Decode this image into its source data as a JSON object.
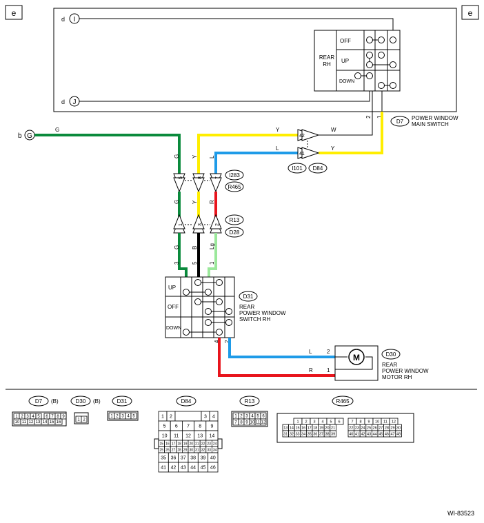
{
  "refs": {
    "e_left": "e",
    "e_right": "e",
    "d1": "d",
    "d2": "d",
    "b": "b"
  },
  "terminals": {
    "I": "I",
    "J": "J",
    "G": "G"
  },
  "main_switch": {
    "label_line1": "REAR",
    "label_line2": "RH",
    "positions": [
      "OFF",
      "UP",
      "DOWN"
    ],
    "pins": [
      "2",
      "1"
    ],
    "connector": "D7",
    "name_line1": "POWER WINDOW",
    "name_line2": "MAIN SWITCH"
  },
  "wires": {
    "G": "G",
    "Y": "Y",
    "W": "W",
    "L": "L",
    "R": "R",
    "B": "B",
    "Lg": "Lg"
  },
  "connectors_mid": {
    "c42": "42",
    "c41": "41",
    "I101": "I101",
    "D84": "D84",
    "I283": "I283",
    "R465": "R465",
    "R13": "R13",
    "D28": "D28",
    "pins_top": [
      "5",
      "8",
      "7"
    ],
    "pins_bottom": [
      "1",
      "3",
      "2"
    ]
  },
  "rear_switch": {
    "connector": "D31",
    "positions": [
      "UP",
      "OFF",
      "DOWN"
    ],
    "pins_top": [
      "3",
      "5",
      "1"
    ],
    "pins_bottom": [
      "4",
      "2"
    ],
    "name_line1": "REAR",
    "name_line2": "POWER WINDOW",
    "name_line3": "SWITCH RH"
  },
  "motor": {
    "connector": "D30",
    "symbol": "M",
    "pins": [
      "2",
      "1"
    ],
    "name_line1": "REAR",
    "name_line2": "POWER WINDOW",
    "name_line3": "MOTOR RH"
  },
  "legend": {
    "d7": "D7",
    "d7_color": "(B)",
    "d30": "D30",
    "d30_color": "(B)",
    "d31": "D31",
    "d84": "D84",
    "r13": "R13",
    "r465": "R465",
    "d7_row1": [
      "1",
      "2",
      "3",
      "4",
      "5",
      "6",
      "7",
      "8",
      "9"
    ],
    "d7_row2": [
      "10",
      "11",
      "12",
      "13",
      "14",
      "15",
      "16"
    ],
    "d30_pins": [
      "1",
      "2"
    ],
    "d31_pins": [
      "1",
      "2",
      "3",
      "4",
      "5"
    ],
    "d84_rows": [
      [
        "1",
        "2",
        "3",
        "4"
      ],
      [
        "5",
        "6",
        "7",
        "8",
        "9"
      ],
      [
        "10",
        "11",
        "12",
        "13",
        "14"
      ],
      [
        "15",
        "16",
        "17",
        "18",
        "19",
        "20",
        "21",
        "22",
        "23",
        "24"
      ],
      [
        "25",
        "26",
        "27",
        "28",
        "29",
        "30",
        "31",
        "32",
        "33",
        "34"
      ],
      [
        "35",
        "36",
        "37",
        "38",
        "39",
        "40"
      ],
      [
        "41",
        "42",
        "43",
        "44",
        "45",
        "46"
      ]
    ],
    "r13_row1": [
      "1",
      "2",
      "3",
      "4",
      "5",
      "6"
    ],
    "r13_row2": [
      "7",
      "8",
      "9",
      "10",
      "11",
      "12"
    ],
    "r465_left": [
      [
        "1",
        "2",
        "3",
        "4",
        "5",
        "6"
      ],
      [
        "13",
        "14",
        "15",
        "16",
        "17",
        "18",
        "19",
        "20",
        "21"
      ],
      [
        "31",
        "32",
        "33",
        "34",
        "35",
        "36",
        "37",
        "38",
        "39"
      ]
    ],
    "r465_right": [
      [
        "7",
        "8",
        "9",
        "10",
        "11",
        "12"
      ],
      [
        "22",
        "23",
        "24",
        "25",
        "26",
        "27",
        "28",
        "29",
        "30"
      ],
      [
        "40",
        "41",
        "42",
        "43",
        "44",
        "45",
        "46",
        "47",
        "48"
      ]
    ]
  },
  "code": "WI-83523",
  "colors": {
    "green": "#0a8a3c",
    "yellow": "#ffee00",
    "blue": "#1e9be8",
    "red": "#e8141c",
    "black": "#000000",
    "light_green": "#9be89b",
    "white": "#ffffff"
  }
}
